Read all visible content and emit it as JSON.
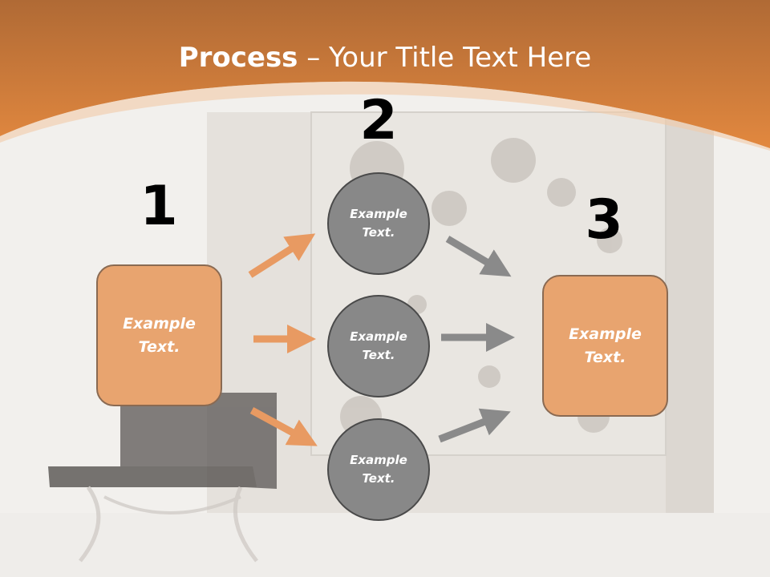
{
  "title": {
    "bold": "Process",
    "rest": " – Your Title Text Here"
  },
  "steps": [
    {
      "number": "1",
      "label": "Example\nText."
    },
    {
      "number": "2"
    },
    {
      "number": "3",
      "label": "Example\nText."
    }
  ],
  "circles": [
    {
      "label": "Example\nText."
    },
    {
      "label": "Example\nText."
    },
    {
      "label": "Example\nText."
    }
  ],
  "colors": {
    "header": "#e08a45",
    "box_fill": "#e8a46f",
    "circle_fill": "#888888",
    "orange_arrow": "#e89a62",
    "gray_arrow": "#8a8a8a"
  }
}
